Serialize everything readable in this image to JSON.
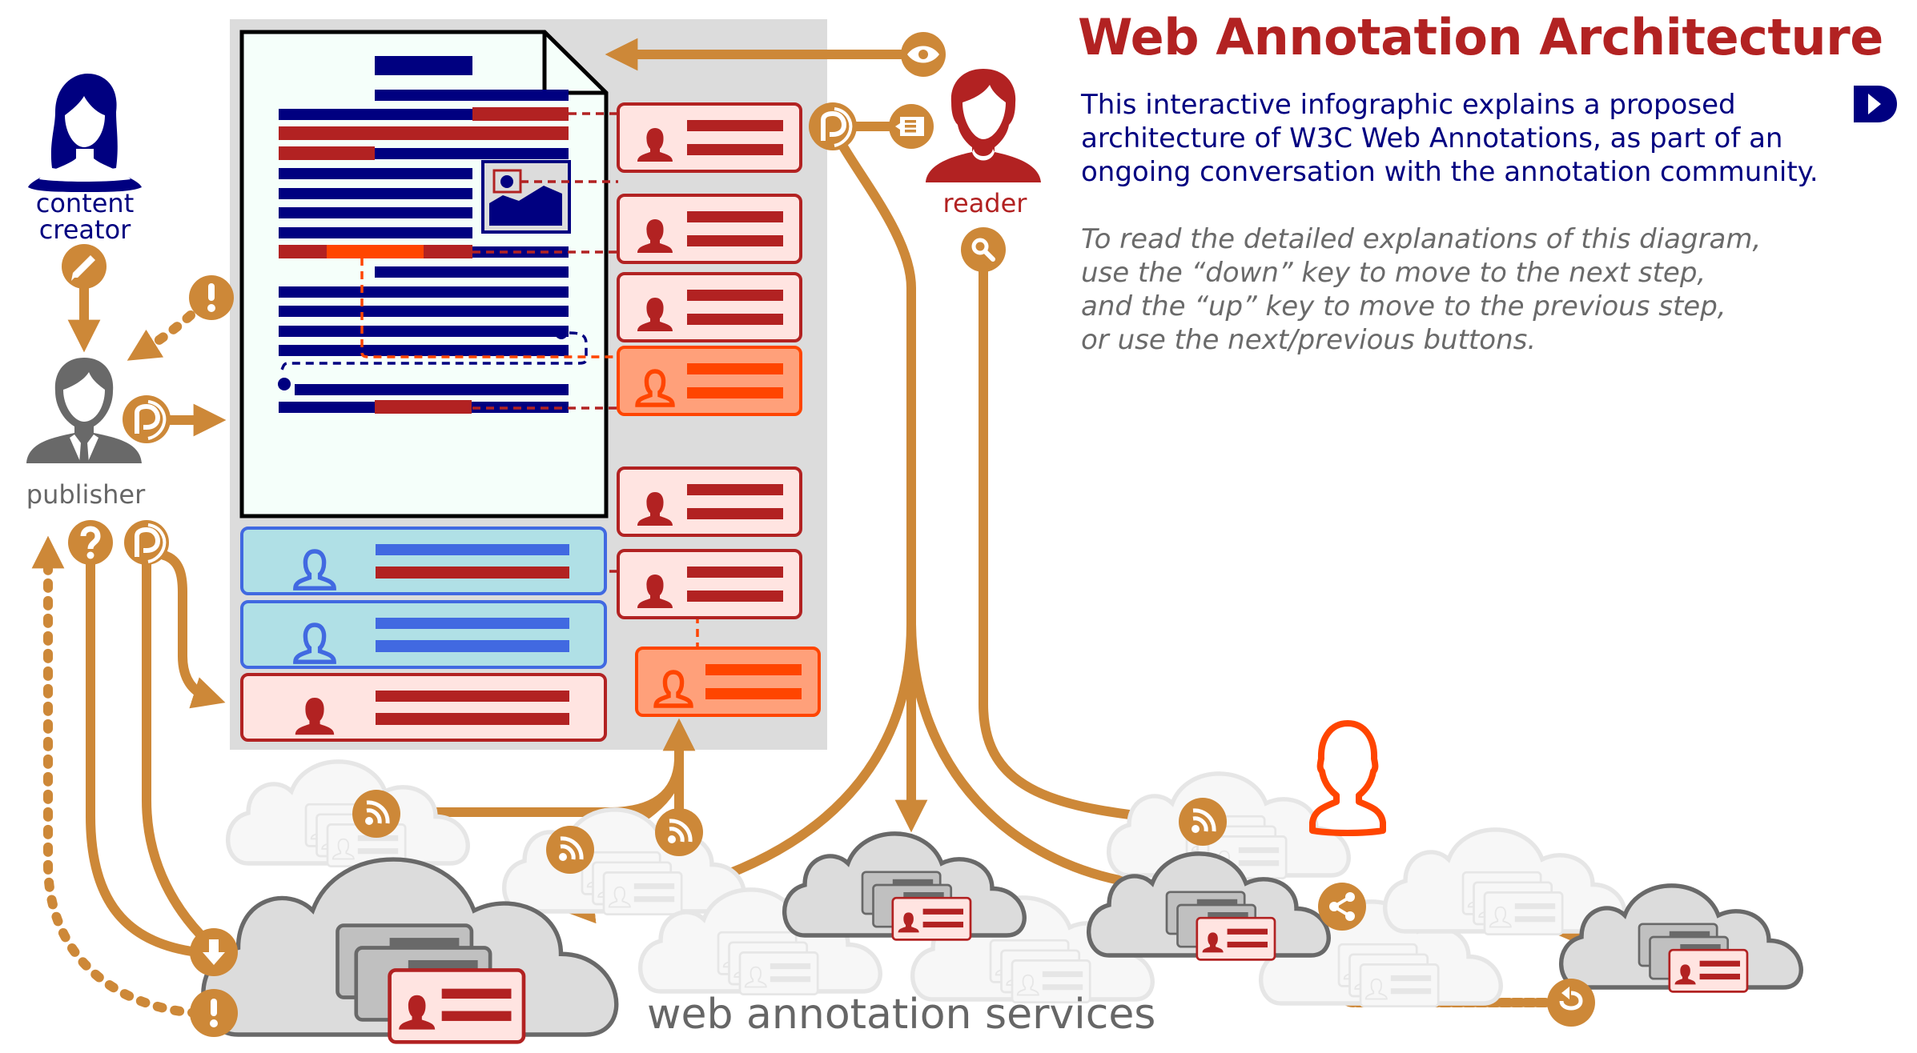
{
  "header": {
    "title": "Web Annotation Architecture",
    "intro_lines": [
      "This interactive infographic explains a proposed",
      "architecture of W3C Web Annotations, as part of an",
      "ongoing conversation with the annotation community."
    ],
    "instruction_lines": [
      "To read the detailed explanations of this diagram,",
      "use the “down” key to move to the next step,",
      "and the “up” key to move to the previous step,",
      "or use the next/previous buttons."
    ],
    "next_button_icon": "next-step-icon"
  },
  "actors": {
    "content_creator_lines": [
      "content",
      "creator"
    ],
    "publisher": "publisher",
    "reader": "reader"
  },
  "services_label": "web annotation services",
  "colors": {
    "title_red": "#b22222",
    "navy": "#000080",
    "flow_orange": "#cd8838",
    "highlight_orange": "#ff4500",
    "annotation_pink": "#ffe4e1",
    "orange_card_fill": "#ffa07a",
    "blue_card_fill": "#b0e0e6",
    "blue_line": "#4169e1",
    "panel_gray": "#dcdcdc",
    "cloud_gray": "#dcdcdc",
    "cloud_stroke": "#696969",
    "text_gray": "#6a6a6a"
  },
  "icons": {
    "creator": "content-creator-person-icon",
    "publisher": "publisher-person-icon",
    "reader": "reader-person-icon",
    "other_user": "other-user-outline-icon",
    "edit": "pencil-icon",
    "alert": "exclamation-icon",
    "publish": "publish-p-icon",
    "question": "question-icon",
    "view": "eye-icon",
    "comment": "comment-icon",
    "search": "magnifier-icon",
    "feed": "rss-icon",
    "download": "download-icon",
    "share": "share-icon",
    "sync": "sync-icon"
  }
}
